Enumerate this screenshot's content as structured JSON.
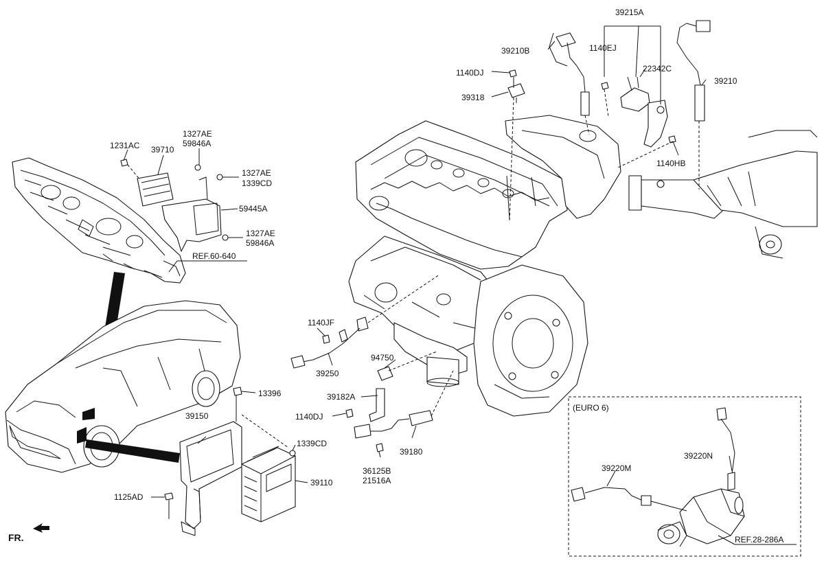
{
  "labels": {
    "l_39215A": "39215A",
    "l_39210B": "39210B",
    "l_1140EJ": "1140EJ",
    "l_22342C": "22342C",
    "l_39210": "39210",
    "l_1140DJ_top": "1140DJ",
    "l_39318": "39318",
    "l_1140HB": "1140HB",
    "l_1231AC": "1231AC",
    "l_39710": "39710",
    "l_1327AE_a": "1327AE",
    "l_59846A_a": "59846A",
    "l_1327AE_b": "1327AE",
    "l_1339CD_a": "1339CD",
    "l_59445A": "59445A",
    "l_1327AE_c": "1327AE",
    "l_59846A_c": "59846A",
    "l_ref_60_640": "REF.60-640",
    "l_1140JF": "1140JF",
    "l_39250": "39250",
    "l_94750": "94750",
    "l_39182A": "39182A",
    "l_1140DJ_low": "1140DJ",
    "l_39180": "39180",
    "l_36125B": "36125B",
    "l_21516A": "21516A",
    "l_13396": "13396",
    "l_39150": "39150",
    "l_1339CD_b": "1339CD",
    "l_39110": "39110",
    "l_1125AD": "1125AD",
    "l_fr": "FR.",
    "l_euro6": "(EURO 6)",
    "l_39220N": "39220N",
    "l_39220M": "39220M",
    "l_ref_28_286A": "REF.28-286A"
  }
}
